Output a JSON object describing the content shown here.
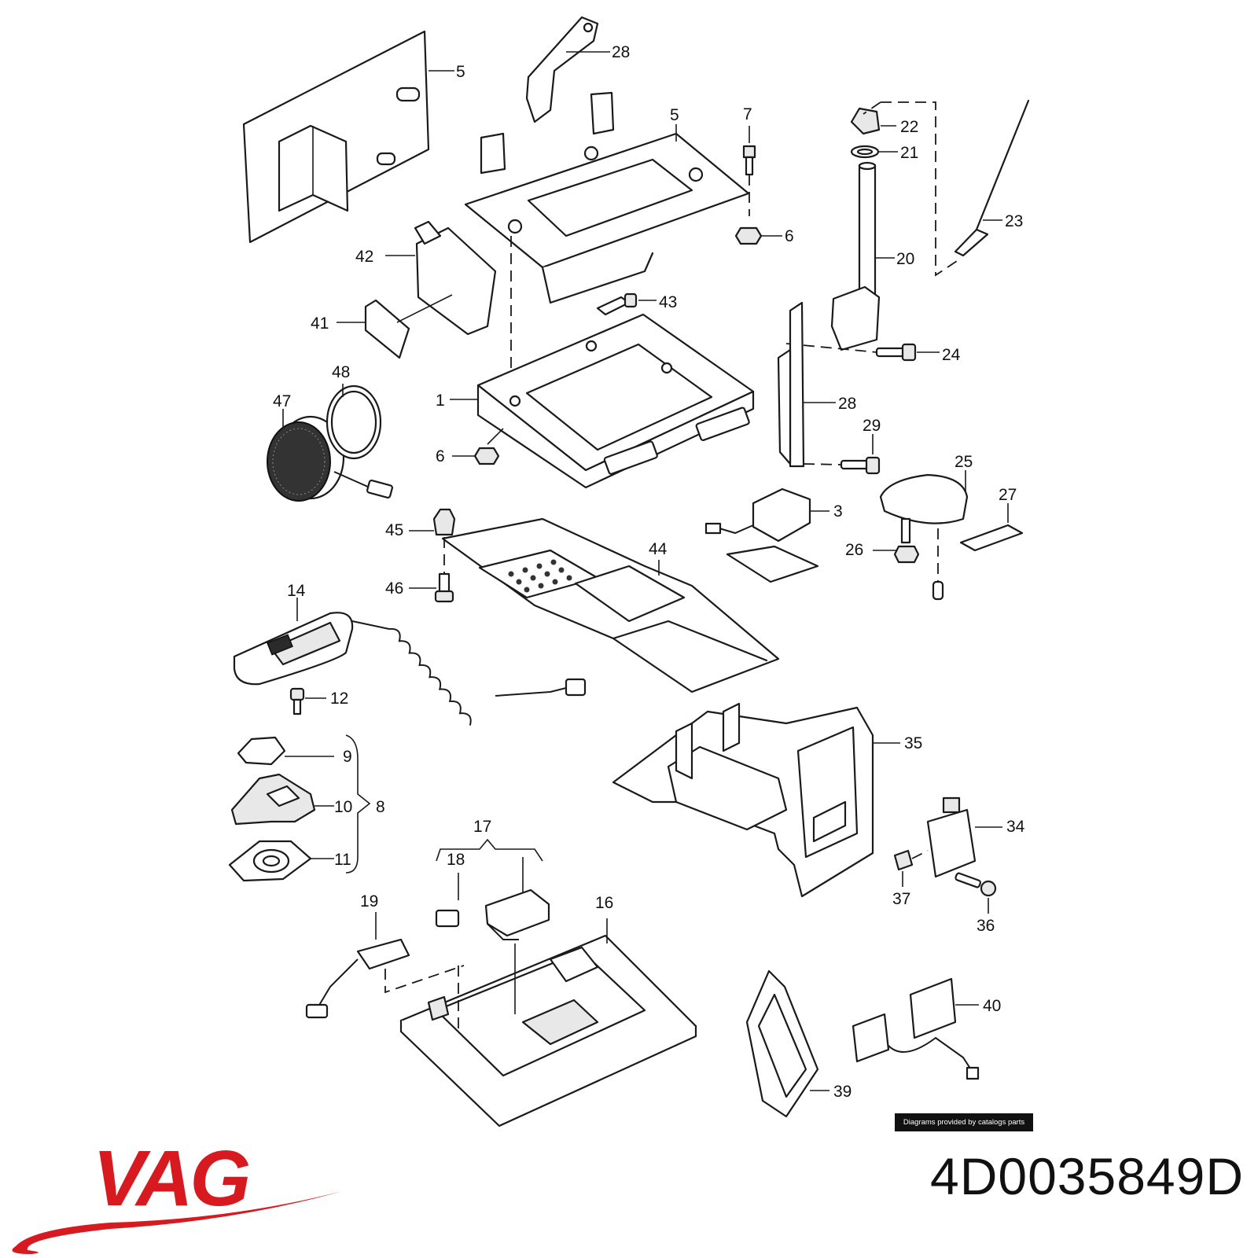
{
  "brand": {
    "logo_text": "VAG",
    "logo_color": "#d71920"
  },
  "part_number": "4D0035849D",
  "credit": "Diagrams provided by catalogs parts",
  "callouts": {
    "n1": "1",
    "n3": "3",
    "n5a": "5",
    "n5b": "5",
    "n6a": "6",
    "n6b": "6",
    "n7": "7",
    "n8": "8",
    "n9": "9",
    "n10": "10",
    "n11": "11",
    "n12": "12",
    "n14": "14",
    "n16": "16",
    "n17": "17",
    "n18": "18",
    "n19": "19",
    "n20": "20",
    "n21": "21",
    "n22": "22",
    "n23": "23",
    "n24": "24",
    "n25": "25",
    "n26": "26",
    "n27": "27",
    "n28a": "28",
    "n28b": "28",
    "n29": "29",
    "n34": "34",
    "n35": "35",
    "n36": "36",
    "n37": "37",
    "n39": "39",
    "n40": "40",
    "n41": "41",
    "n42": "42",
    "n43": "43",
    "n44": "44",
    "n45": "45",
    "n46": "46",
    "n47": "47",
    "n48": "48"
  }
}
